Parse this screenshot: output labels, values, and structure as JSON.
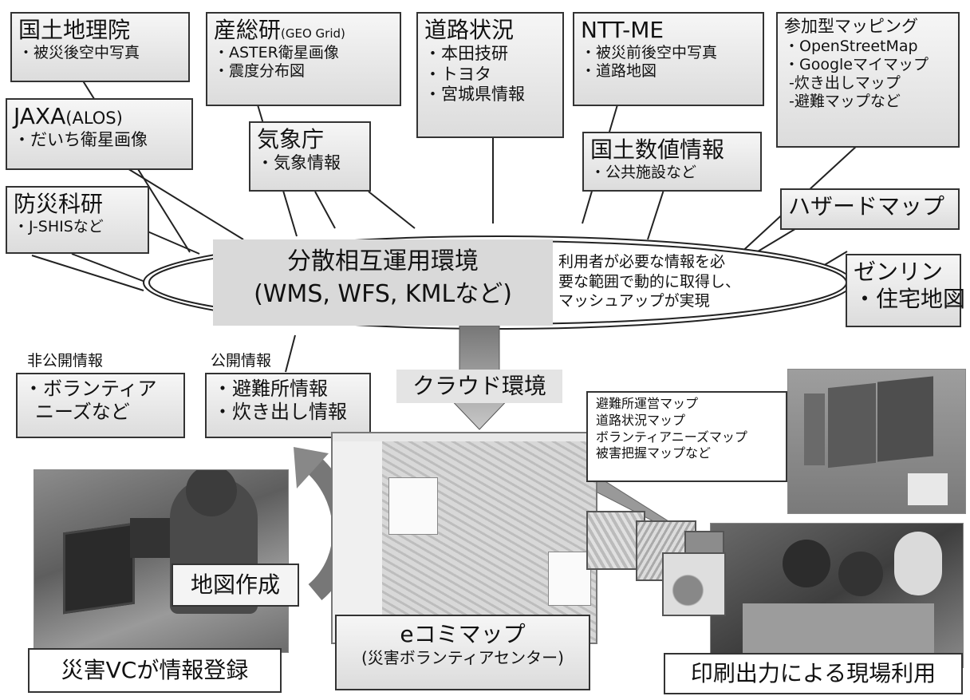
{
  "sources": {
    "gsi": {
      "title": "国土地理院",
      "items": [
        "・被災後空中写真"
      ]
    },
    "aist": {
      "title": "産総研",
      "title_suffix": "(GEO Grid)",
      "items": [
        "・ASTER衛星画像",
        "・震度分布図"
      ]
    },
    "road": {
      "title": "道路状況",
      "items": [
        "・本田技研",
        "・トヨタ",
        "・宮城県情報"
      ]
    },
    "ntt": {
      "title": "NTT-ME",
      "items": [
        "・被災前後空中写真",
        "・道路地図"
      ]
    },
    "participatory": {
      "title": "参加型マッピング",
      "items": [
        "・OpenStreetMap",
        "・Googleマイマップ",
        " -炊き出しマップ",
        " -避難マップなど"
      ]
    },
    "jaxa": {
      "title": "JAXA",
      "title_suffix": "(ALOS)",
      "items": [
        "・だいち衛星画像"
      ]
    },
    "jma": {
      "title": "気象庁",
      "items": [
        "・気象情報"
      ]
    },
    "ksj": {
      "title": "国土数値情報",
      "items": [
        "・公共施設など"
      ]
    },
    "nied": {
      "title": "防災科研",
      "items": [
        "・J-SHISなど"
      ]
    },
    "hazard": {
      "title": "ハザードマップ",
      "items": []
    },
    "zenrin": {
      "title": "ゼンリン",
      "items": [
        "・住宅地図"
      ]
    }
  },
  "center": {
    "line1": "分散相互運用環境",
    "line2": "(WMS, WFS, KMLなど)",
    "note_lines": [
      "利用者が必要な情報を必",
      "要な範囲で動的に取得し、",
      "マッシュアップが実現"
    ]
  },
  "cloud_label": "クラウド環境",
  "private_info": {
    "label": "非公開情報",
    "items": [
      "・ボランティア",
      "ニーズなど"
    ]
  },
  "public_info": {
    "label": "公開情報",
    "items": [
      "・避難所情報",
      "・炊き出し情報"
    ]
  },
  "map_list": [
    "避難所運営マップ",
    "道路状況マップ",
    "ボランティアニーズマップ",
    "被害把握マップなど"
  ],
  "mapping_label": "地図作成",
  "vc_label": "災害VCが情報登録",
  "ecomimap": {
    "title": "eコミマップ",
    "subtitle": "(災害ボランティアセンター)"
  },
  "print_label": "印刷出力による現場利用",
  "colors": {
    "box_border": "#333333",
    "box_fill": "#e6e6e6",
    "arrow": "#8a8a8a"
  }
}
